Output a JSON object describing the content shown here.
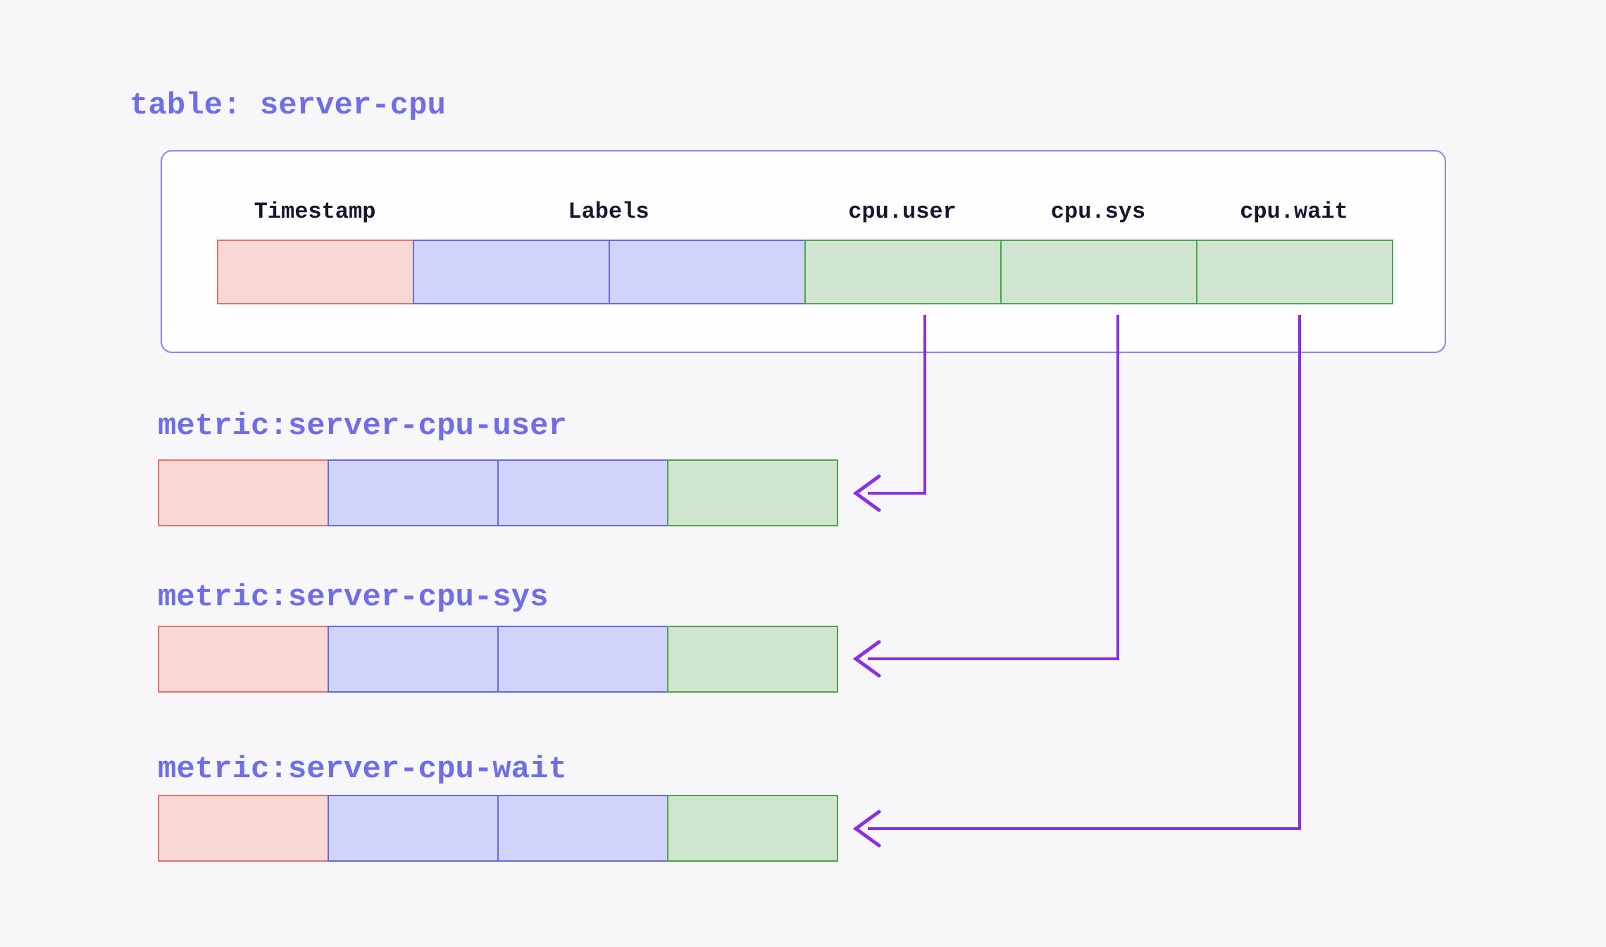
{
  "diagram": {
    "kind": "time-series table to metrics mapping",
    "table": {
      "title": "table: server-cpu",
      "column_headers": [
        "Timestamp",
        "Labels",
        "cpu.user",
        "cpu.sys",
        "cpu.wait"
      ],
      "row_cell_types": [
        "timestamp",
        "labels",
        "labels",
        "value",
        "value",
        "value"
      ]
    },
    "metrics": [
      {
        "title": "metric:server-cpu-user",
        "source_column": "cpu.user",
        "row_cell_types": [
          "timestamp",
          "labels",
          "labels",
          "value"
        ]
      },
      {
        "title": "metric:server-cpu-sys",
        "source_column": "cpu.sys",
        "row_cell_types": [
          "timestamp",
          "labels",
          "labels",
          "value"
        ]
      },
      {
        "title": "metric:server-cpu-wait",
        "source_column": "cpu.wait",
        "row_cell_types": [
          "timestamp",
          "labels",
          "labels",
          "value"
        ]
      }
    ],
    "colors": {
      "page_background": "#f7f6f8",
      "accent_title_text": "#6e6ee9",
      "header_text": "#1a142f",
      "container_border": "#8789f2",
      "container_fill": "#fffeff",
      "timestamp_cell_fill": "#f8d8d5",
      "timestamp_cell_border": "#e4736c",
      "labels_cell_fill": "#d2d3fa",
      "labels_cell_border": "#6468ee",
      "value_cell_fill": "#cfe5cd",
      "value_cell_border": "#4ba54f",
      "arrow": "#8b2fe6"
    }
  }
}
